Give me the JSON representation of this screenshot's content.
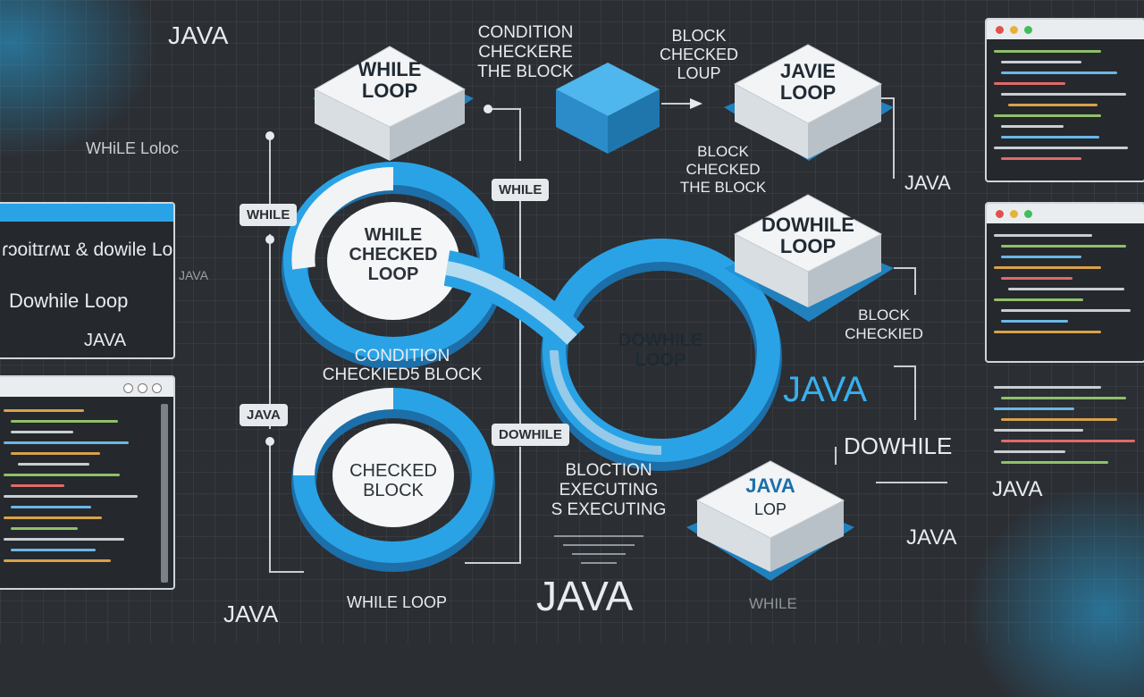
{
  "top_left": {
    "java": "JAVA",
    "while_loop": "WHiLE Loloc"
  },
  "left_panel": {
    "line1": "ɾɔoitɪɾʍɪ & dowile Loop",
    "line2": "Dowhile Loop",
    "line3": "JAVA"
  },
  "left_side_labels": {
    "java1": "JAVA",
    "java2": "JAVA"
  },
  "cubes": {
    "while_loop": "WHILE\nLOOP",
    "javie_loop": "JAVIE\nLOOP",
    "dowhile_loop": "DOWHILE\nLOOP",
    "java_lop_1": "JAVA",
    "java_lop_2": "LOP"
  },
  "rings": {
    "while_checked": "WHILE\nCHECKED\nLOOP",
    "checked_block": "CHECKED\nBLOCK",
    "dowhile_loop": "DOWHILE\nLOOP"
  },
  "tags": {
    "while_left": "WHILE",
    "while_mid": "WHILE",
    "java": "JAVA",
    "dowhile": "DOWHILE"
  },
  "captions": {
    "condition_checker": "CONDITION\nCHECKERE\nTHE BLOCK",
    "block_checked": "BLOCK\nCHECKED\nLOUP",
    "block_checked_block": "BLOCK\nCHECKED\nTHE BLOCK",
    "condition_checked": "CONDITION\nCHECKIED5 BLOCK",
    "bloction": "BLOCTION\nEXECUTING\nS EXECUTING",
    "block_checked_right": "BLOCK\nCHECKIED",
    "while_loop_bottom": "WHILE LOOP",
    "while_bottom_right": "WHILE"
  },
  "right_labels": {
    "java_top": "JAVA",
    "java_big": "JAVA",
    "dowhile": "DOWHILE",
    "java_bottom": "JAVA",
    "java_far_right": "JAVA"
  },
  "bottom": {
    "java_big": "JAVA",
    "java_left": "JAVA"
  },
  "colors": {
    "accent": "#2aa3e6",
    "background": "#2b2e33",
    "cube_top": "#f2f4f6"
  }
}
